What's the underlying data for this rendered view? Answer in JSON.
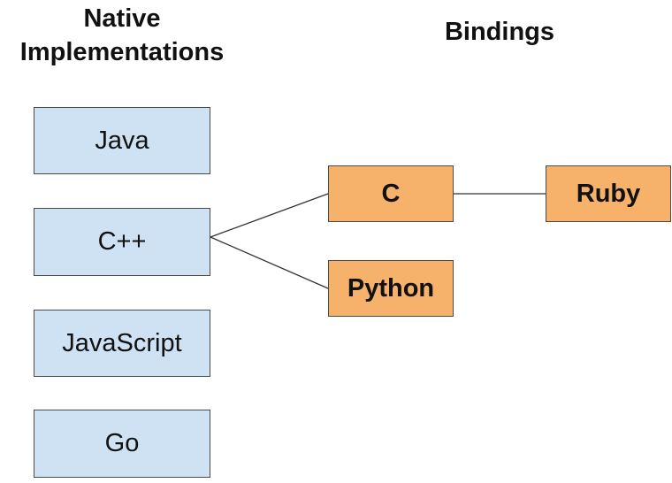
{
  "headings": {
    "native_line1": "Native",
    "native_line2": "Implementations",
    "bindings": "Bindings"
  },
  "native_implementations": [
    {
      "label": "Java"
    },
    {
      "label": "C++"
    },
    {
      "label": "JavaScript"
    },
    {
      "label": "Go"
    }
  ],
  "bindings": [
    {
      "label": "C"
    },
    {
      "label": "Python"
    },
    {
      "label": "Ruby"
    }
  ],
  "connections": [
    {
      "from": "C++",
      "to": "C"
    },
    {
      "from": "C++",
      "to": "Python"
    },
    {
      "from": "C",
      "to": "Ruby"
    }
  ],
  "colors": {
    "native_fill": "#cfe2f3",
    "binding_fill": "#f6b26b",
    "border": "#4a4a4a",
    "connector": "#333333"
  }
}
